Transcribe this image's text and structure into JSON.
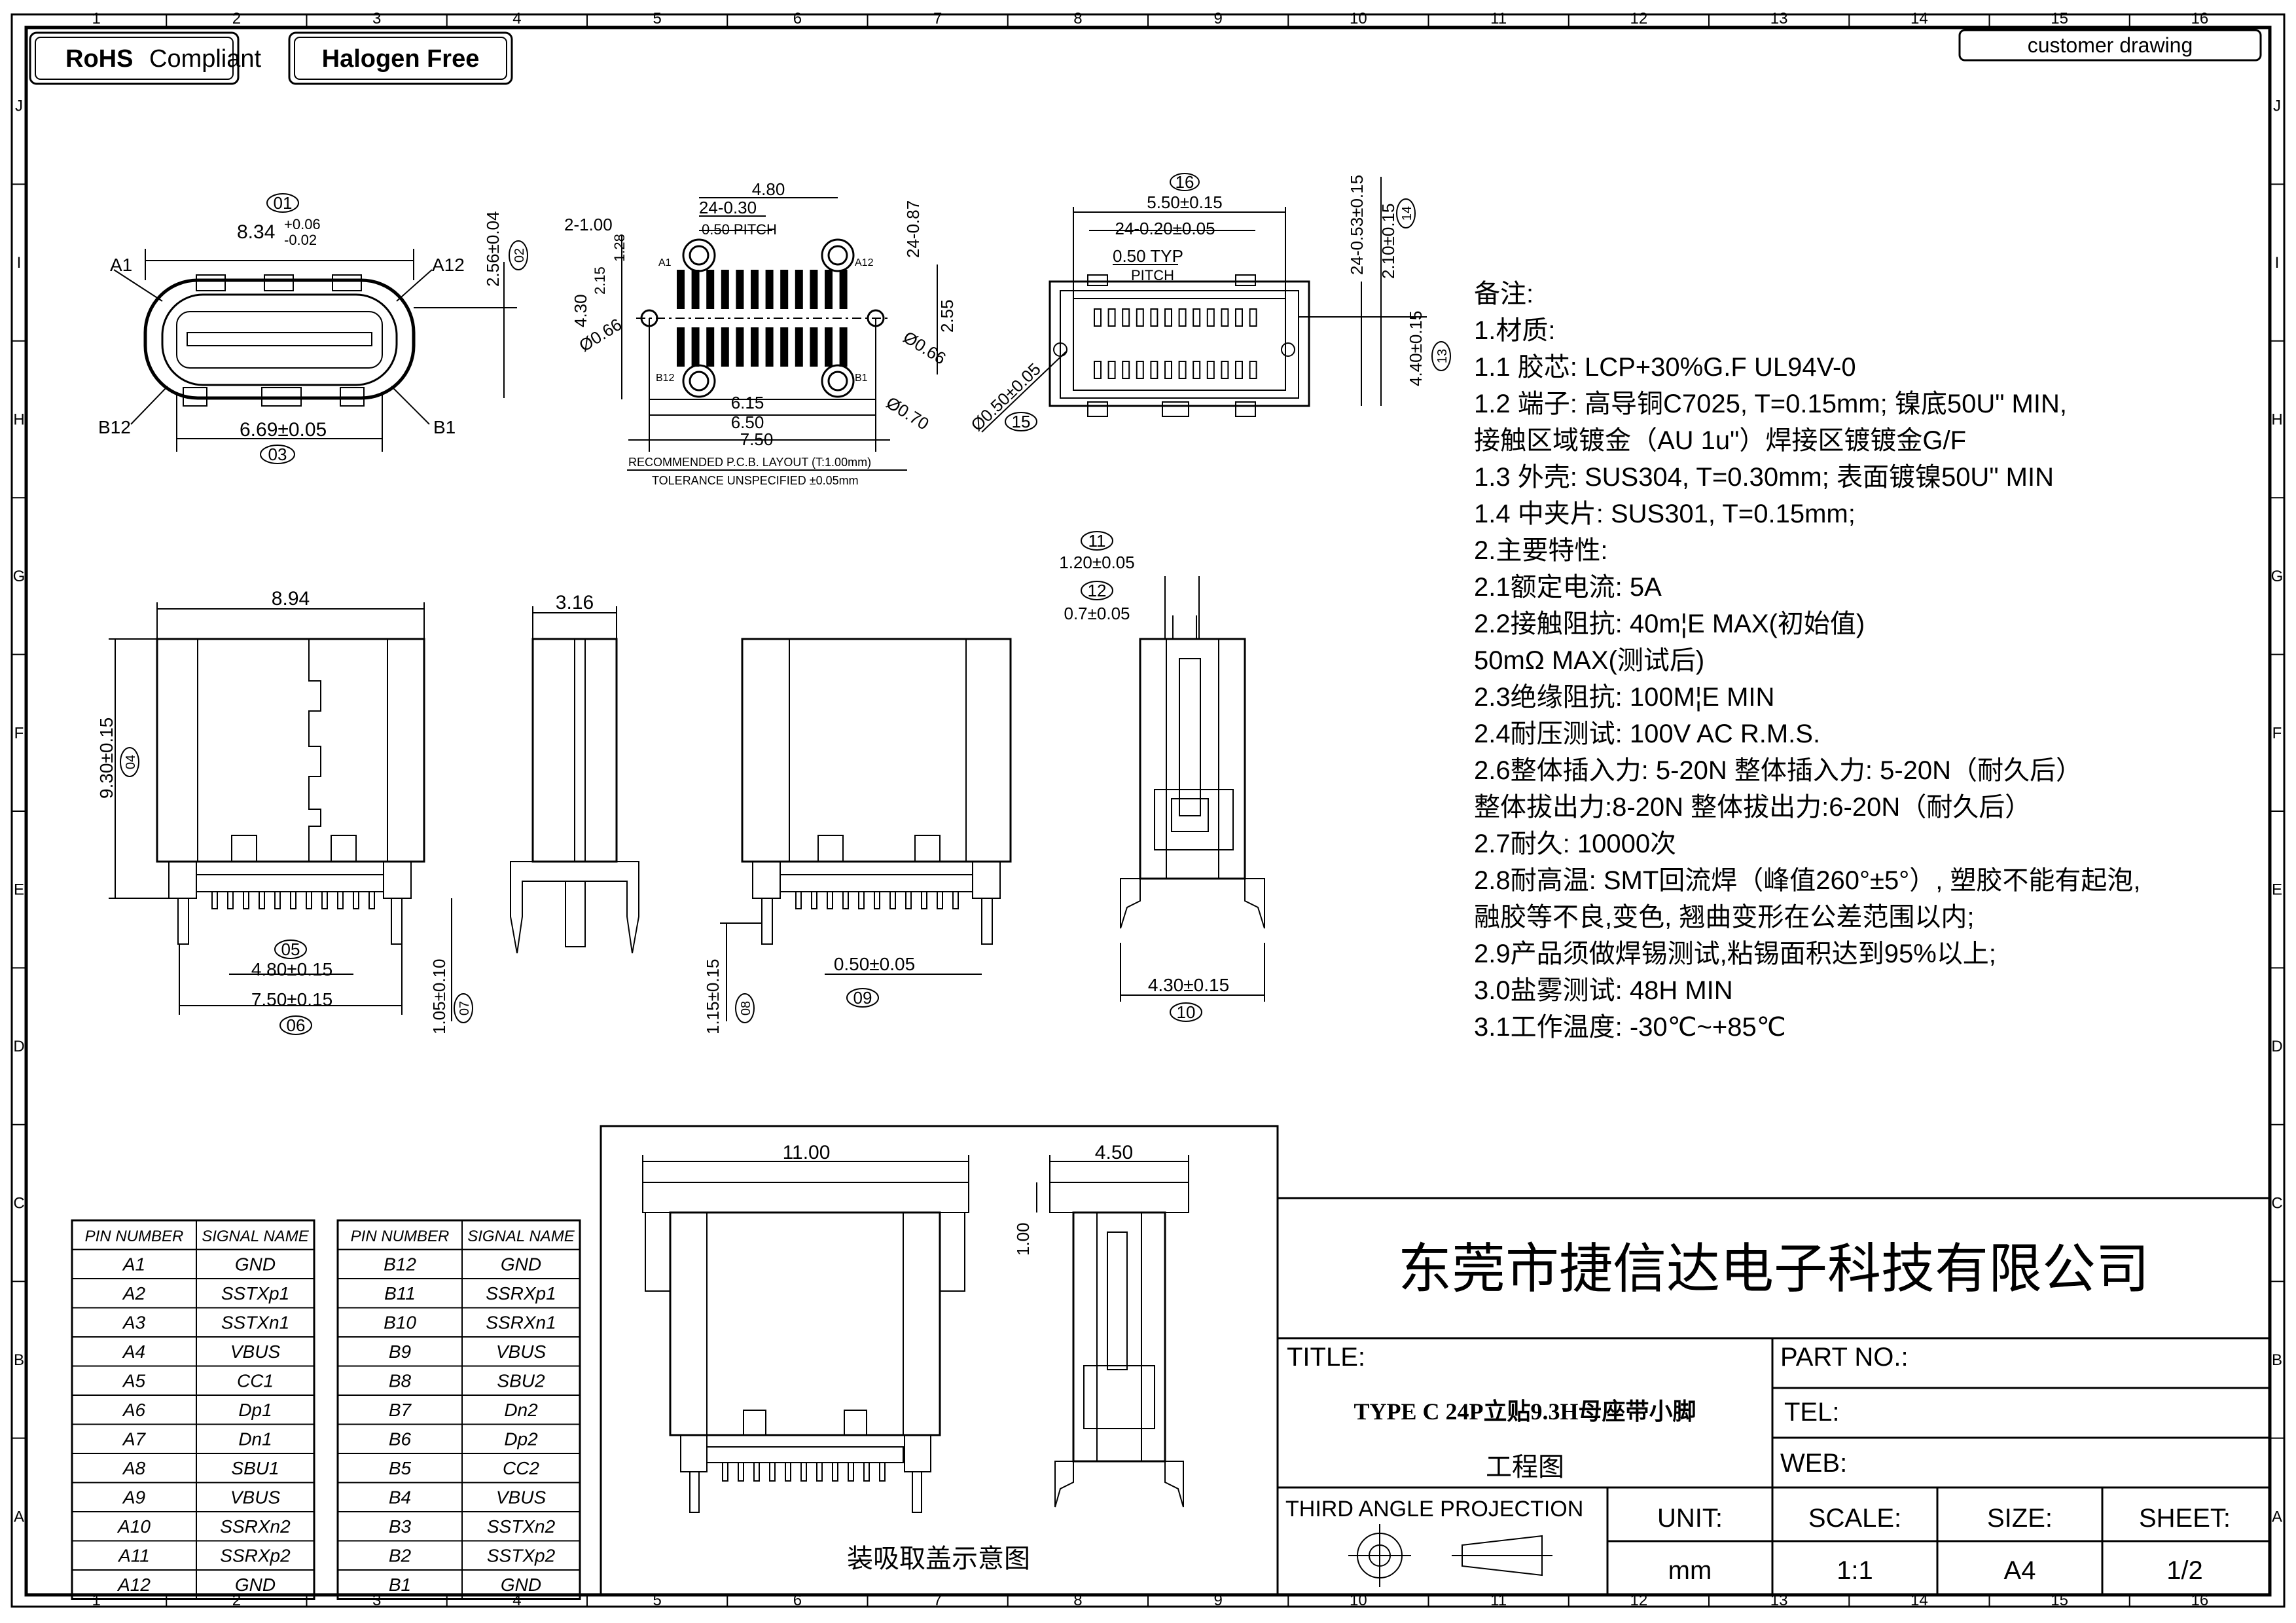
{
  "badges": {
    "rohs_bold": "RoHS",
    "rohs_rest": "Compliant",
    "halogen": "Halogen Free",
    "customer": "customer drawing"
  },
  "grid": {
    "cols": [
      "1",
      "2",
      "3",
      "4",
      "5",
      "6",
      "7",
      "8",
      "9",
      "10",
      "11",
      "12",
      "13",
      "14",
      "15",
      "16"
    ],
    "rows": [
      "J",
      "I",
      "H",
      "G",
      "F",
      "E",
      "D",
      "C",
      "B",
      "A"
    ]
  },
  "views": {
    "front": {
      "c01": "01",
      "w": "8.34",
      "tol_hi": "+0.06",
      "tol_lo": "-0.02",
      "c02": "02",
      "h": "2.56±0.04",
      "a1": "A1",
      "a12": "A12",
      "b12": "B12",
      "b1": "B1",
      "inner": "6.69±0.05",
      "c03": "03"
    },
    "pcb": {
      "d480": "4.80",
      "d24030": "24-0.30",
      "d2100": "2-1.00",
      "pitch": "0.50 PITCH",
      "d2487": "24-0.87",
      "d128": "1.28",
      "d215": "2.15",
      "d430": "4.30",
      "d066a": "Ø0.66",
      "d066b": "Ø0.66",
      "d255": "2.55",
      "d070": "Ø0.70",
      "d615": "6.15",
      "d650": "6.50",
      "d750": "7.50",
      "a1": "A1",
      "a12": "A12",
      "b12": "B12",
      "b1": "B1",
      "rec": "RECOMMENDED    P.C.B.  LAYOUT  (T:1.00mm)",
      "tol": "TOLERANCE  UNSPECIFIED  ±0.05mm"
    },
    "top": {
      "c16": "16",
      "d550": "5.50±0.15",
      "d24020": "24-0.20±0.05",
      "pitch_a": "0.50  TYP",
      "pitch_b": "PITCH",
      "d2453": "24-0.53±0.15",
      "c14": "14",
      "d210": "2.10±0.15",
      "d440": "4.40±0.15",
      "c13": "13",
      "d050": "Ø0.50±0.05",
      "c15": "15"
    },
    "side_a": {
      "d894": "8.94",
      "d930": "9.30±0.15",
      "c04": "04",
      "c05": "05",
      "d480": "4.80±0.15",
      "d750": "7.50±0.15",
      "c06": "06",
      "d105": "1.05±0.10",
      "c07": "07"
    },
    "side_b": {
      "d316": "3.16"
    },
    "side_c": {
      "d115": "1.15±0.15",
      "c08": "08",
      "d050": "0.50±0.05",
      "c09": "09"
    },
    "section": {
      "c11": "11",
      "d120": "1.20±0.05",
      "c12": "12",
      "d07": "0.7±0.05",
      "d430": "4.30±0.15",
      "c10": "10"
    },
    "cap": {
      "d1100": "11.00",
      "d450": "4.50",
      "d100": "1.00",
      "caption": "装吸取盖示意图"
    }
  },
  "notes": [
    "备注:",
    "1.材质:",
    "1.1  胶芯: LCP+30%G.F  UL94V-0",
    "1.2  端子: 高导铜C7025, T=0.15mm; 镍底50U\" MIN,",
    "          接触区域镀金（AU 1u\"）焊接区镀镀金G/F",
    "1.3  外壳: SUS304, T=0.30mm; 表面镀镍50U\" MIN",
    "1.4  中夹片: SUS301, T=0.15mm;",
    "2.主要特性:",
    "2.1额定电流: 5A",
    "2.2接触阻抗: 40m¦E  MAX(初始值)",
    "             50mΩ  MAX(测试后)",
    "2.3绝缘阻抗: 100M¦E  MIN",
    "2.4耐压测试: 100V  AC  R.M.S.",
    "2.6整体插入力: 5-20N     整体插入力: 5-20N（耐久后）",
    "    整体拔出力:8-20N       整体拔出力:6-20N（耐久后）",
    "2.7耐久: 10000次",
    "2.8耐高温: SMT回流焊（峰值260°±5°）, 塑胶不能有起泡,",
    "          融胶等不良,变色, 翘曲变形在公差范围以内;",
    "2.9产品须做焊锡测试,粘锡面积达到95%以上;",
    "3.0盐雾测试: 48H  MIN",
    "3.1工作温度: -30℃~+85℃"
  ],
  "pin_table_a": {
    "headers": [
      "PIN  NUMBER",
      "SIGNAL  NAME"
    ],
    "rows": [
      [
        "A1",
        "GND"
      ],
      [
        "A2",
        "SSTXp1"
      ],
      [
        "A3",
        "SSTXn1"
      ],
      [
        "A4",
        "VBUS"
      ],
      [
        "A5",
        "CC1"
      ],
      [
        "A6",
        "Dp1"
      ],
      [
        "A7",
        "Dn1"
      ],
      [
        "A8",
        "SBU1"
      ],
      [
        "A9",
        "VBUS"
      ],
      [
        "A10",
        "SSRXn2"
      ],
      [
        "A11",
        "SSRXp2"
      ],
      [
        "A12",
        "GND"
      ]
    ]
  },
  "pin_table_b": {
    "headers": [
      "PIN  NUMBER",
      "SIGNAL  NAME"
    ],
    "rows": [
      [
        "B12",
        "GND"
      ],
      [
        "B11",
        "SSRXp1"
      ],
      [
        "B10",
        "SSRXn1"
      ],
      [
        "B9",
        "VBUS"
      ],
      [
        "B8",
        "SBU2"
      ],
      [
        "B7",
        "Dn2"
      ],
      [
        "B6",
        "Dp2"
      ],
      [
        "B5",
        "CC2"
      ],
      [
        "B4",
        "VBUS"
      ],
      [
        "B3",
        "SSTXn2"
      ],
      [
        "B2",
        "SSTXp2"
      ],
      [
        "B1",
        "GND"
      ]
    ]
  },
  "title_block": {
    "company": "东莞市捷信达电子科技有限公司",
    "title_label": "TITLE:",
    "title_value": "TYPE C 24P立贴9.3H母座带小脚",
    "drawing_type": "工程图",
    "projection": "THIRD  ANGLE  PROJECTION",
    "part_no": "PART  NO.:",
    "tel": "TEL:",
    "web": "WEB:",
    "unit_label": "UNIT:",
    "unit_value": "mm",
    "scale_label": "SCALE:",
    "scale_value": "1:1",
    "size_label": "SIZE:",
    "size_value": "A4",
    "sheet_label": "SHEET:",
    "sheet_value": "1/2"
  }
}
